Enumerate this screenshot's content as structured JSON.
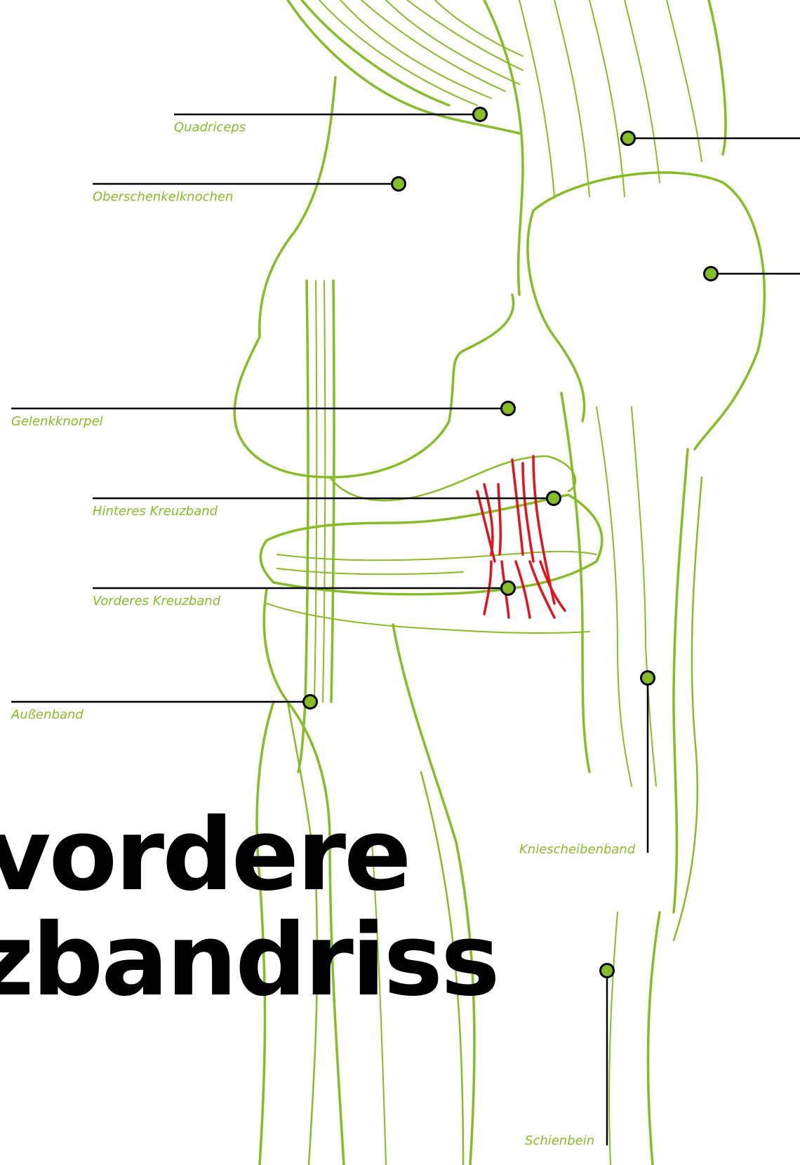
{
  "title": {
    "line1": "vordere",
    "line2": "zbandriss"
  },
  "labels": {
    "quadriceps": "Quadriceps",
    "femur": "Oberschenkelknochen",
    "cartilage": "Gelenkknorpel",
    "pcl": "Hinteres Kreuzband",
    "acl": "Vorderes Kreuzband",
    "lcl": "Außenband",
    "patellar_ligament": "Kniescheibenband",
    "tibia": "Schienbein"
  },
  "colors": {
    "anatomy": "#86bc25",
    "ligament_torn": "#e3121b",
    "leader": "#000000",
    "text": "#000000"
  }
}
